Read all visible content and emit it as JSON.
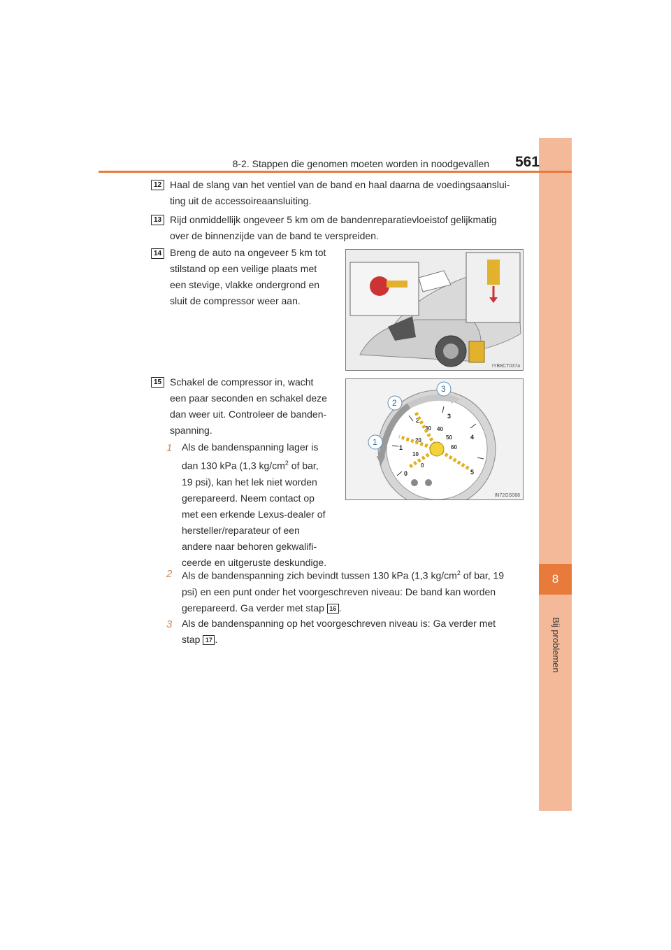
{
  "header": {
    "title": "8-2. Stappen die genomen moeten worden in noodgevallen",
    "page_number": "561"
  },
  "side_tab": {
    "chapter": "8",
    "label": "Bij problemen"
  },
  "steps": [
    {
      "num": "12",
      "text": "Haal de slang van het ventiel van de band en haal daarna de voedingsaanslui-",
      "text2": "ting uit de accessoireaansluiting."
    },
    {
      "num": "13",
      "text": "Rijd onmiddellijk ongeveer 5 km om de bandenreparatievloeistof gelijkmatig",
      "text2": "over de binnenzijde van de band te verspreiden."
    },
    {
      "num": "14",
      "lines": [
        "Breng de auto na ongeveer 5 km tot",
        "stilstand op een veilige plaats met",
        "een stevige, vlakke ondergrond en",
        "sluit de compressor weer aan."
      ]
    },
    {
      "num": "15",
      "lines": [
        "Schakel de compressor in, wacht",
        "een paar seconden en schakel deze",
        "dan weer uit. Controleer de banden-",
        "spanning."
      ]
    }
  ],
  "sub_items": [
    {
      "marker": "1",
      "lines": [
        "Als de bandenspanning lager is",
        "dan 130 kPa (1,3 kg/cm",
        "2",
        " of bar,",
        "19 psi), kan het lek niet worden",
        "gerepareerd. Neem contact op",
        "met een erkende Lexus-dealer of",
        "hersteller/reparateur of een",
        "andere naar behoren gekwalifi-",
        "ceerde en uitgeruste deskundige."
      ]
    },
    {
      "marker": "2",
      "line1a": "Als de bandenspanning zich bevindt tussen 130 kPa (1,3 kg/cm",
      "line1sup": "2",
      "line1b": " of bar, 19",
      "line2": "psi) en een punt onder het voorgeschreven niveau: De band kan worden",
      "line3": "gerepareerd. Ga verder met stap ",
      "ref": "16",
      "end": "."
    },
    {
      "marker": "3",
      "line1": "Als de bandenspanning op het voorgeschreven niveau is: Ga verder met",
      "line2": "stap ",
      "ref": "17",
      "end": "."
    }
  ],
  "figures": {
    "car_code": "IYB8CT037a",
    "gauge_code": "IN72GS068",
    "gauge_labels": [
      "1",
      "2",
      "3"
    ],
    "gauge_scale_outer": [
      "0",
      "1",
      "2",
      "3",
      "4",
      "5"
    ],
    "gauge_scale_inner": [
      "0",
      "10",
      "20",
      "30",
      "40",
      "50",
      "60"
    ]
  },
  "colors": {
    "accent": "#e87a3c",
    "side_tab": "#f3b999",
    "gauge_yellow": "#f2d33a"
  }
}
